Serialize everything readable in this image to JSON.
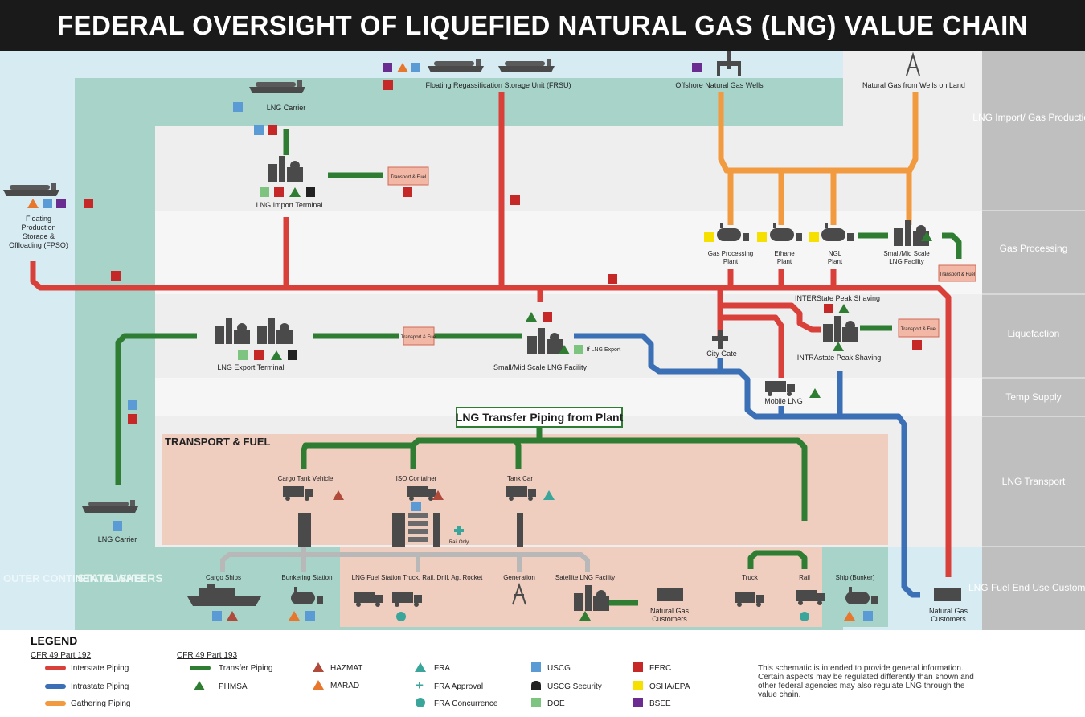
{
  "title": "FEDERAL OVERSIGHT OF LIQUEFIED NATURAL GAS (LNG) VALUE CHAIN",
  "regions": {
    "outer_shelf": "OUTER CONTINENTAL SHELF",
    "state_waters": "STATE WATERS",
    "transport_fuel": "TRANSPORT & FUEL",
    "transfer_piping": "LNG Transfer Piping from Plant"
  },
  "stages": [
    "LNG Import/ Gas Production",
    "Gas Processing",
    "Liquefaction",
    "Temp Supply",
    "LNG Transport",
    "LNG Fuel End Use Customers"
  ],
  "nodes": {
    "fpso": "Floating Production Storage & Offloading (FPSO)",
    "lng_carrier_top": "LNG Carrier",
    "frsu": "Floating Regassification Storage Unit (FRSU)",
    "offshore_wells": "Offshore Natural Gas Wells",
    "land_wells": "Natural Gas from Wells on Land",
    "import_terminal": "LNG Import Terminal",
    "transport_fuel_tag": "Transport & Fuel",
    "gas_processing_plant": "Gas Processing Plant",
    "ethane_plant": "Ethane Plant",
    "ngl_plant": "NGL Plant",
    "small_mid_top": "Small/Mid Scale LNG Facility",
    "interstate_peak": "INTERState Peak Shaving",
    "intrastate_peak": "INTRAstate Peak Shaving",
    "export_terminal": "LNG Export Terminal",
    "small_mid_mid": "Small/Mid Scale LNG Facility",
    "if_export": "If LNG Export",
    "city_gate": "City Gate",
    "mobile_lng": "Mobile LNG",
    "lng_carrier_bottom": "LNG Carrier",
    "cargo_tank_vehicle": "Cargo Tank Vehicle",
    "iso_container": "ISO Container",
    "tank_car": "Tank Car",
    "rail_only": "Rail Only",
    "cargo_ships": "Cargo Ships",
    "bunkering_station": "Bunkering Station",
    "fuel_station": "LNG Fuel Station Truck, Rail, Drill, Ag, Rocket",
    "generation": "Generation",
    "satellite": "Satellite LNG Facility",
    "ng_customers_mid": "Natural Gas Customers",
    "truck": "Truck",
    "rail": "Rail",
    "ship_bunker": "Ship (Bunker)",
    "ng_customers_right": "Natural Gas Customers"
  },
  "legend": {
    "title": "LEGEND",
    "part192": "CFR 49 Part 192",
    "part193": "CFR 49 Part 193",
    "interstate": "Interstate Piping",
    "intrastate": "Intrastate Piping",
    "gathering": "Gathering Piping",
    "transfer": "Transfer Piping",
    "phmsa": "PHMSA",
    "hazmat": "HAZMAT",
    "marad": "MARAD",
    "fra": "FRA",
    "fra_approval": "FRA Approval",
    "fra_concurrence": "FRA Concurrence",
    "uscg": "USCG",
    "uscg_security": "USCG Security",
    "doe": "DOE",
    "ferc": "FERC",
    "osha": "OSHA/EPA",
    "bsee": "BSEE"
  },
  "note": "This schematic is intended to provide general information. Certain aspects may be regulated differently than shown and other federal agencies may also regulate LNG through the value chain.",
  "colors": {
    "interstate": "#d9403a",
    "intrastate": "#3b6fb6",
    "gathering": "#f29a3f",
    "transfer": "#2e7d32",
    "phmsa": "#2e7d32",
    "hazmat": "#b04a3a",
    "marad": "#e8772e",
    "fra": "#3aa59a",
    "uscg": "#5b9bd5",
    "doe": "#7cc47f",
    "ferc": "#c62828",
    "osha": "#f5e000",
    "bsee": "#6a2c91",
    "water_outer": "#d6ebf2",
    "water_state": "#a7d3c8",
    "stage_col": "#bfbfbf",
    "transport_zone": "#efcdbf"
  }
}
